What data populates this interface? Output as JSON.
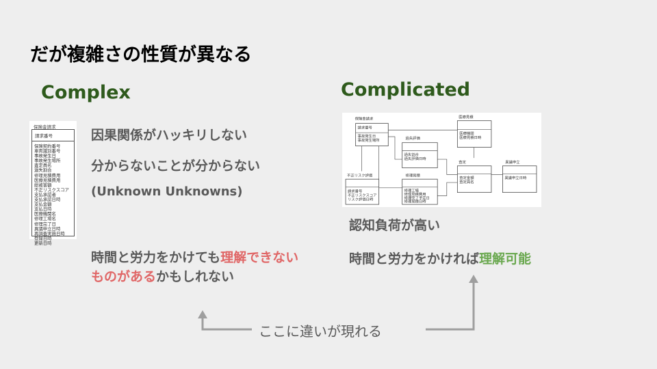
{
  "title": "だが複雑さの性質が異なる",
  "left": {
    "heading": "Complex",
    "table": {
      "name": "保険金請求",
      "key": "請求番号",
      "fields": [
        "保険契約番号",
        "車両識別番号",
        "事故発生日",
        "事故発生場所",
        "査定員名",
        "過失割合",
        "修理見積費用",
        "医療見積費用",
        "総被害額",
        "不正リスクスコア",
        "支払承認者",
        "支払承認日時",
        "支払金額",
        "支払日時",
        "医療機関名",
        "修理工場名",
        "修理完了日",
        "異議申立日時",
        "再調査実施日時",
        "登録日時",
        "更新日時"
      ]
    },
    "line1": "因果関係がハッキリしない",
    "line2": "分からないことが分からない",
    "line3": "(Unknown Unknowns)",
    "note_a": "時間と労力をかけても",
    "note_b": "理解できないものがある",
    "note_c": "かもしれない"
  },
  "right": {
    "heading": "Complicated",
    "er": {
      "claim": {
        "name": "保険金請求",
        "key": "請求番号",
        "f1": "事故発生日",
        "f2": "事故発生場所"
      },
      "medical": {
        "name": "医療見積",
        "f1": "医療機関",
        "f2": "医療見積日時"
      },
      "fault": {
        "name": "過失評価",
        "f1": "過失割合",
        "f2": "過失評価日時"
      },
      "assess": {
        "name": "査定",
        "f1": "査定金額",
        "f2": "査定員名"
      },
      "objection": {
        "name": "異議申立",
        "f1": "異議申立日時"
      },
      "fraud": {
        "name": "不正リスク評価",
        "f1": "請求番号",
        "f2": "不正リスクスコア",
        "f3": "リスク評価日時"
      },
      "repair": {
        "name": "修理見積",
        "f1": "修理工場",
        "f2": "修理見積費用",
        "f3": "修理完了予定日",
        "f4": "修理見積日時"
      }
    },
    "line1": "認知負荷が高い",
    "note_a": "時間と労力をかければ",
    "note_b": "理解可能"
  },
  "footer": {
    "label": "ここに違いが現れる"
  },
  "colors": {
    "heading": "#2e5a1c",
    "red": "#e06666",
    "green": "#6aa84f",
    "arrow": "#9e9e9e"
  }
}
